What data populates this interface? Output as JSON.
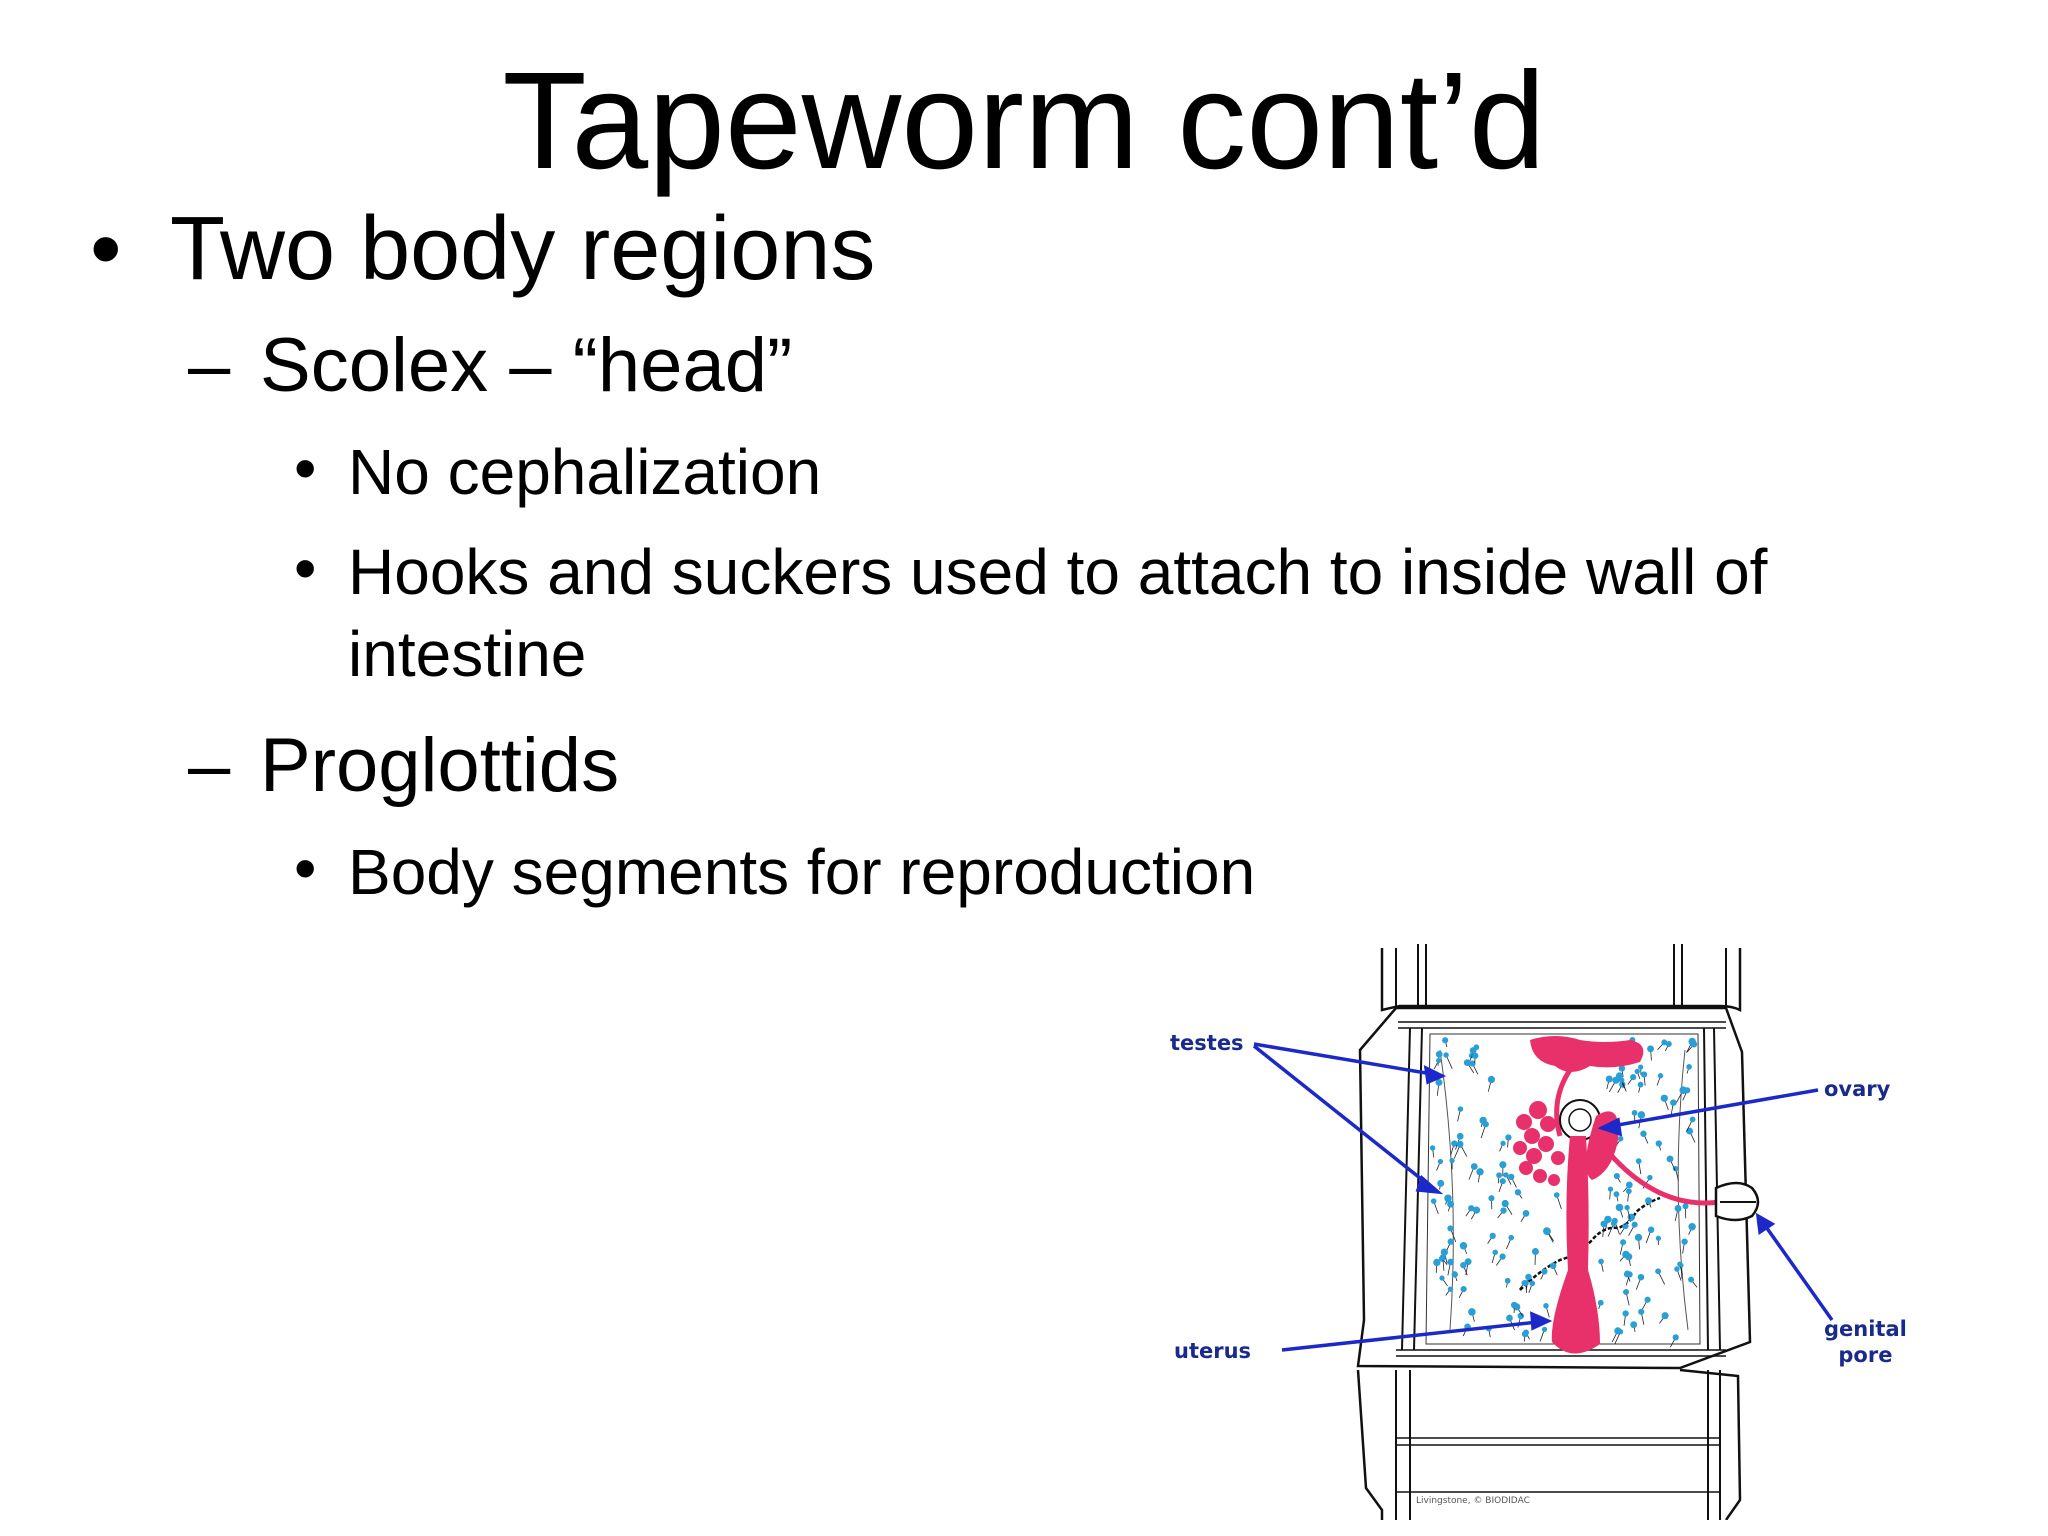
{
  "slide": {
    "title": "Tapeworm cont’d",
    "bullets": [
      {
        "marker": "•",
        "text": "Two body regions"
      }
    ],
    "sub": [
      {
        "marker": "–",
        "text": "Scolex – “head”"
      },
      {
        "marker": "–",
        "text": "Proglottids"
      }
    ],
    "subsub": [
      {
        "marker": "•",
        "text": "No cephalization"
      },
      {
        "marker": "•",
        "line1": "Hooks and suckers used to attach to inside wall of",
        "line2": "intestine"
      },
      {
        "marker": "•",
        "text": "Body segments for reproduction"
      }
    ]
  },
  "figure": {
    "labels": {
      "testes": "testes",
      "ovary": "ovary",
      "uterus": "uterus",
      "genital_line1": "genital",
      "genital_line2": "pore"
    },
    "credit": "Livingstone, © BIODIDAC",
    "colors": {
      "organ": "#e8316b",
      "testis_dot": "#2a9fd6",
      "label": "#1a2a8c",
      "arrow": "#1c28c8",
      "outline": "#111111"
    }
  }
}
